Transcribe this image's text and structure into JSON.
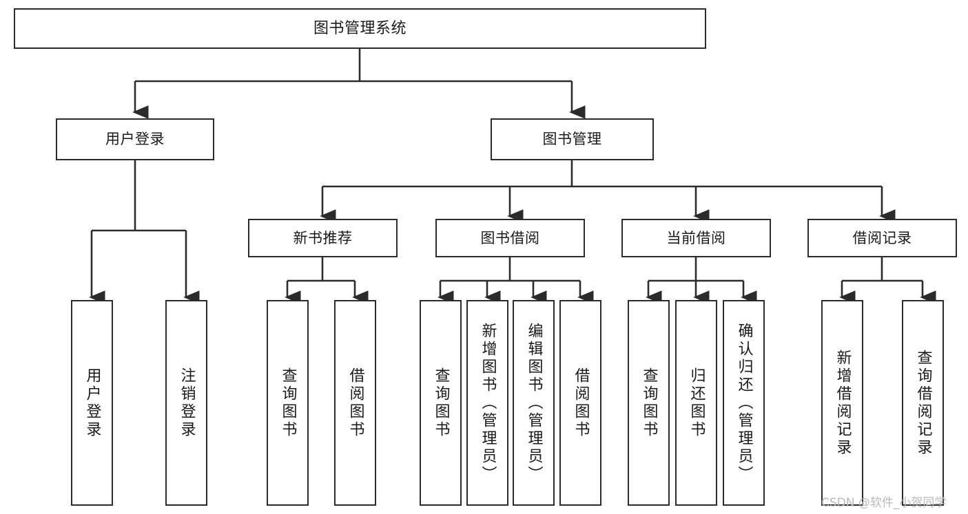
{
  "diagram": {
    "type": "tree-hierarchy-diagram",
    "title": "图书管理系统",
    "background_color": "#ffffff",
    "line_color": "#2b2b2b",
    "text_color": "#1a1a1a"
  },
  "root": {
    "label": "图书管理系统"
  },
  "level2": [
    {
      "label": "用户登录"
    },
    {
      "label": "图书管理"
    }
  ],
  "level3": [
    {
      "label": "新书推荐"
    },
    {
      "label": "图书借阅"
    },
    {
      "label": "当前借阅"
    },
    {
      "label": "借阅记录"
    }
  ],
  "leaves": {
    "user_login": [
      {
        "label": "用户登录"
      },
      {
        "label": "注销登录"
      }
    ],
    "new_book_recommend": [
      {
        "label": "查询图书"
      },
      {
        "label": "借阅图书"
      }
    ],
    "book_borrow": [
      {
        "label": "查询图书"
      },
      {
        "label": "新增图书（管理员）"
      },
      {
        "label": "编辑图书（管理员）"
      },
      {
        "label": "借阅图书"
      }
    ],
    "current_borrow": [
      {
        "label": "查询图书"
      },
      {
        "label": "归还图书"
      },
      {
        "label": "确认归还（管理员）"
      }
    ],
    "borrow_record": [
      {
        "label": "新增借阅记录"
      },
      {
        "label": "查询借阅记录"
      }
    ]
  },
  "watermark": {
    "text": "CSDN @软件_小贺同学"
  }
}
